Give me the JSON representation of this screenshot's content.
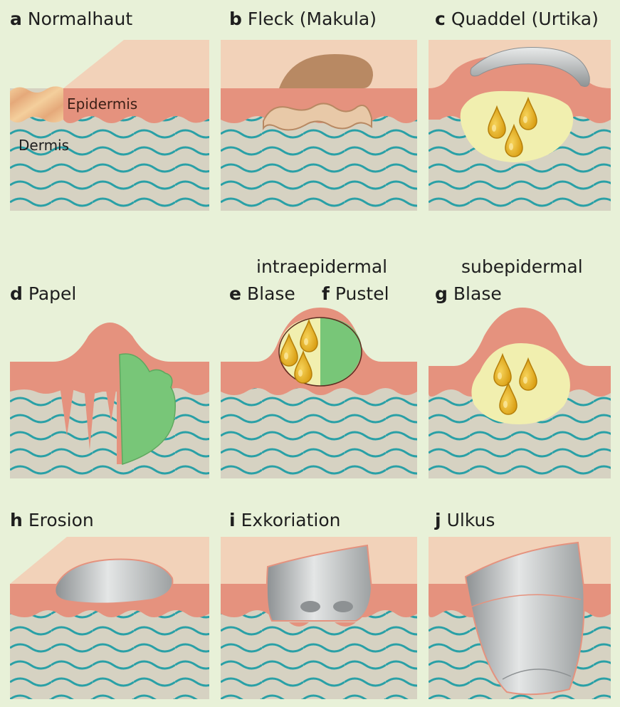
{
  "panels": [
    {
      "letter": "a",
      "title": "Normalhaut"
    },
    {
      "letter": "b",
      "title": "Fleck (Makula)"
    },
    {
      "letter": "c",
      "title": "Quaddel (Urtika)"
    },
    {
      "letter": "d",
      "title": "Papel"
    },
    {
      "letter": "e",
      "title": "Blase"
    },
    {
      "letter": "f",
      "title": "Pustel"
    },
    {
      "letter": "g",
      "title": "Blase"
    },
    {
      "letter": "h",
      "title": "Erosion"
    },
    {
      "letter": "i",
      "title": "Exkoriation"
    },
    {
      "letter": "j",
      "title": "Ulkus"
    }
  ],
  "group_labels": {
    "e_f": "intraepidermal",
    "g": "subepidermal"
  },
  "layer_labels": {
    "epidermis": "Epidermis",
    "dermis": "Dermis"
  },
  "colors": {
    "page_background": "#e8f1d8",
    "surface": "#f2d2b9",
    "epidermis": "#e5927e",
    "dermis": "#d6d2c2",
    "dermis_waves": "#2aa0a6",
    "fluid": "#f1efaf",
    "drops": "#e3a81a",
    "green_infiltrate": "#78c678",
    "pigment_macula": "#b88963",
    "defect_gray": "#b9bcbc"
  }
}
